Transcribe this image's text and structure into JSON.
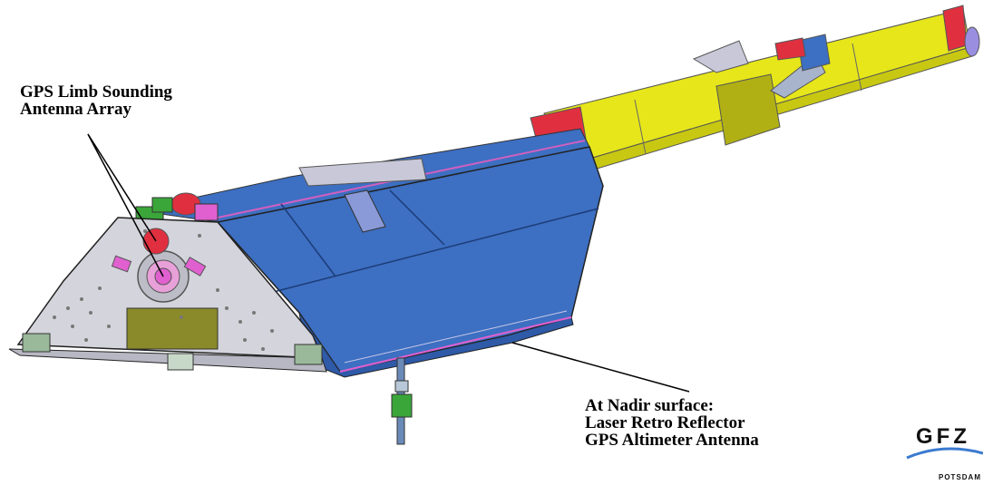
{
  "labels": {
    "limb_line1": "GPS Limb Sounding",
    "limb_line2": "Antenna Array",
    "nadir_line1": "At Nadir surface:",
    "nadir_line2": "Laser Retro Reflector",
    "nadir_line3": "GPS Altimeter Antenna"
  },
  "logo": {
    "name": "GFZ",
    "subtitle": "POTSDAM"
  },
  "colors": {
    "body_blue": "#3d6fc2",
    "body_blue_dark": "#2e5aa8",
    "front_panel": "#d4d4dc",
    "boom_yellow": "#e6e61a",
    "boom_yellow_dark": "#c8c812",
    "accent_magenta": "#e060d0",
    "accent_red": "#e03040",
    "accent_green": "#3aa63a",
    "panel_olive": "#8a8a2a"
  }
}
